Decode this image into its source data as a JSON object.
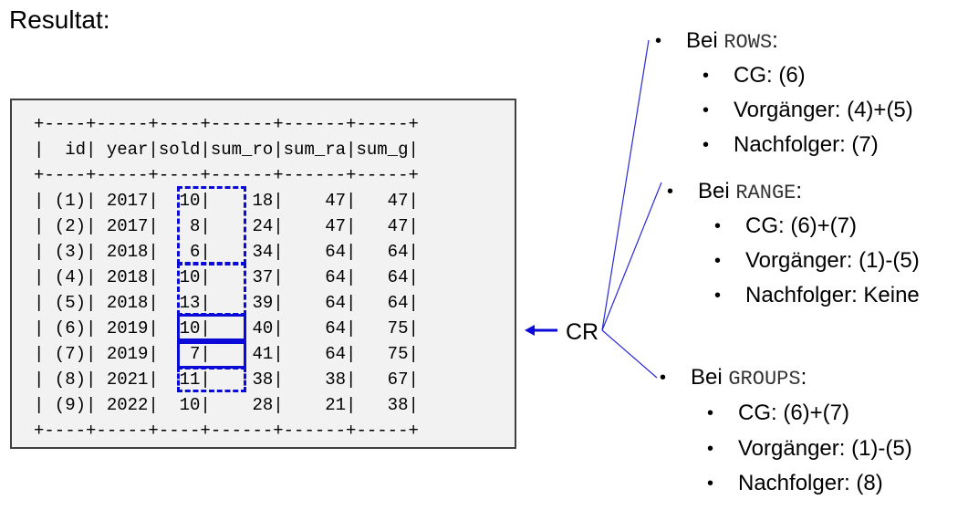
{
  "title": "Resultat:",
  "table": {
    "border_line": "+----+-----+----+------+------+-----+",
    "header_line": "|  id| year|sold|sum_ro|sum_ra|sum_g|",
    "rows": [
      "| (1)| 2017|  10|    18|    47|   47|",
      "| (2)| 2017|   8|    24|    47|   47|",
      "| (3)| 2018|   6|    34|    64|   64|",
      "| (4)| 2018|  10|    37|    64|   64|",
      "| (5)| 2018|  13|    39|    64|   64|",
      "| (6)| 2019|  10|    40|    64|   75|",
      "| (7)| 2019|   7|    41|    64|   75|",
      "| (8)| 2021|  11|    38|    38|   67|",
      "| (9)| 2022|  10|    28|    21|   38|"
    ]
  },
  "highlight_color": "#0b0bd8",
  "cr_label": "CR",
  "sections": {
    "rows": {
      "prefix": "Bei ",
      "keyword": "ROWS",
      "suffix": ":",
      "items": [
        "CG: (6)",
        "Vorgänger: (4)+(5)",
        "Nachfolger: (7)"
      ]
    },
    "range": {
      "prefix": "Bei ",
      "keyword": "RANGE",
      "suffix": ":",
      "items": [
        "CG: (6)+(7)",
        "Vorgänger: (1)-(5)",
        "Nachfolger: Keine"
      ]
    },
    "groups": {
      "prefix": "Bei ",
      "keyword": "GROUPS",
      "suffix": ":",
      "items": [
        "CG: (6)+(7)",
        "Vorgänger: (1)-(5)",
        "Nachfolger: (8)"
      ]
    }
  }
}
